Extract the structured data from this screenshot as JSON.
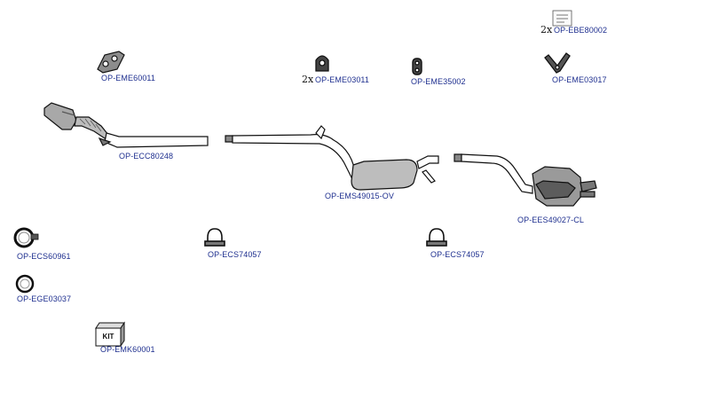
{
  "parts": [
    {
      "code": "OP-EBE80002",
      "qty": "2x",
      "icon": "clamp-label-icon"
    },
    {
      "code": "OP-EME60011",
      "qty": "",
      "icon": "rubber-mount-icon"
    },
    {
      "code": "OP-EME03011",
      "qty": "2x",
      "icon": "rubber-hanger-icon"
    },
    {
      "code": "OP-EME35002",
      "qty": "",
      "icon": "rubber-ring-hanger-icon"
    },
    {
      "code": "OP-EME03017",
      "qty": "",
      "icon": "y-hanger-icon"
    },
    {
      "code": "OP-ECC80248",
      "qty": "",
      "icon": "catalytic-converter-icon"
    },
    {
      "code": "OP-EMS49015-OV",
      "qty": "",
      "icon": "middle-silencer-icon"
    },
    {
      "code": "OP-EES49027-CL",
      "qty": "",
      "icon": "rear-silencer-icon"
    },
    {
      "code": "OP-ECS60961",
      "qty": "",
      "icon": "pipe-clamp-icon"
    },
    {
      "code": "OP-ECS74057",
      "qty": "",
      "icon": "u-clamp-icon"
    },
    {
      "code": "OP-ECS74057",
      "qty": "",
      "icon": "u-clamp-icon"
    },
    {
      "code": "OP-EGE03037",
      "qty": "",
      "icon": "gasket-ring-icon"
    },
    {
      "code": "OP-EMK60001",
      "qty": "",
      "icon": "mounting-kit-box-icon"
    }
  ],
  "kit_box_text": "KIT",
  "colors": {
    "code_text": "#1e2f8f",
    "line": "#111111",
    "fill": "#9a9a9a"
  }
}
